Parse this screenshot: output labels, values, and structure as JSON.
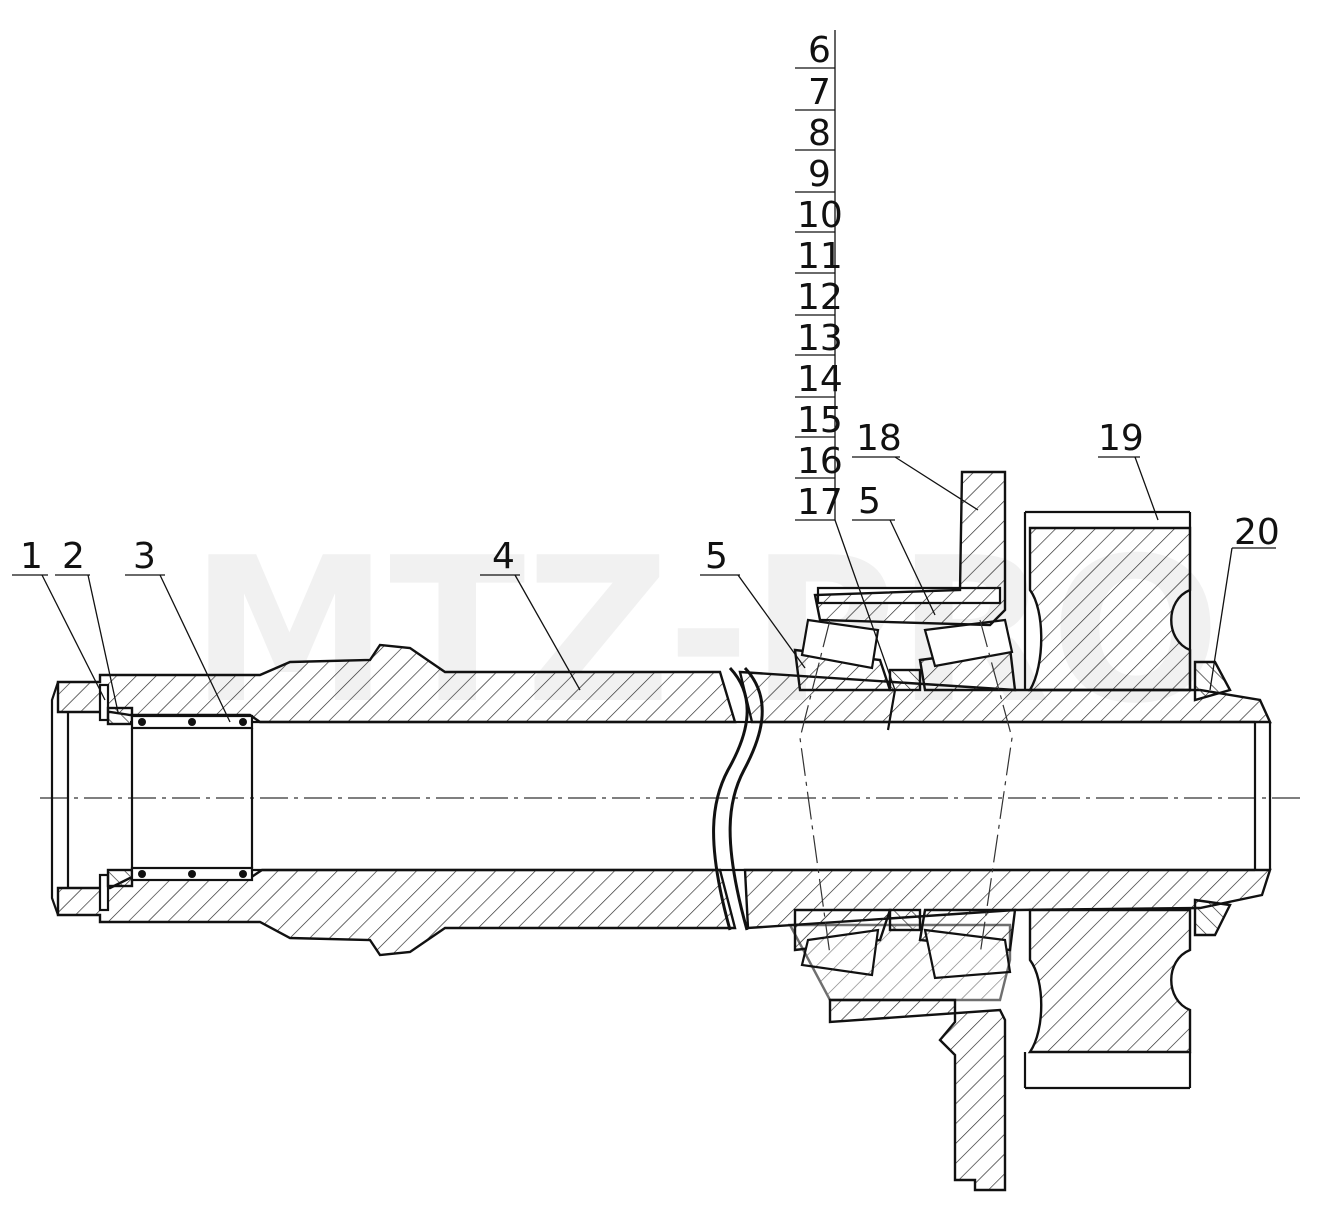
{
  "watermark": "MTZ-PRO",
  "callouts_bottom": [
    "1",
    "2",
    "3",
    "4",
    "5"
  ],
  "callouts_stack": [
    "6",
    "7",
    "8",
    "9",
    "10",
    "11",
    "12",
    "13",
    "14",
    "15",
    "16",
    "17"
  ],
  "callouts_right": [
    "18",
    "5",
    "19",
    "20"
  ]
}
